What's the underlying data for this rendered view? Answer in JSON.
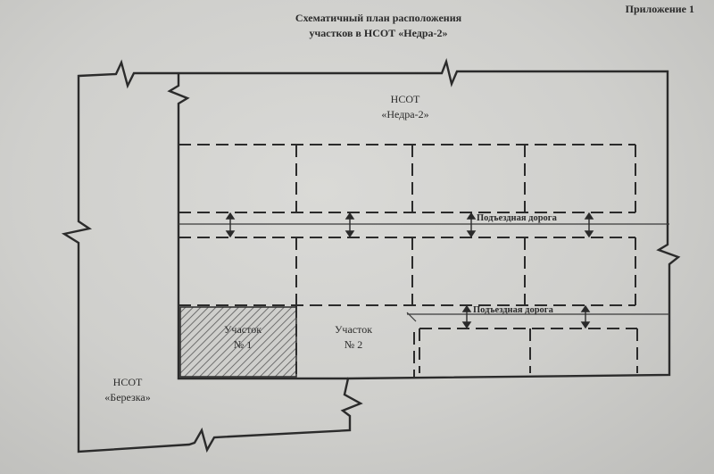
{
  "appendix_label": "Приложение 1",
  "title_line1": "Схематичный план расположения",
  "title_line2": "участков в НСОТ «Недра-2»",
  "nedra_label_line1": "НСОТ",
  "nedra_label_line2": "«Недра-2»",
  "berezka_label_line1": "НСОТ",
  "berezka_label_line2": "«Березка»",
  "road_label_upper": "Подъездная дорога",
  "road_label_lower": "Подъездная дорога",
  "plot1_line1": "Участок",
  "plot1_line2": "№ 1",
  "plot2_line1": "Участок",
  "plot2_line2": "№ 2",
  "colors": {
    "ink": "#2b2b2b",
    "background": "#d3d3d0"
  }
}
